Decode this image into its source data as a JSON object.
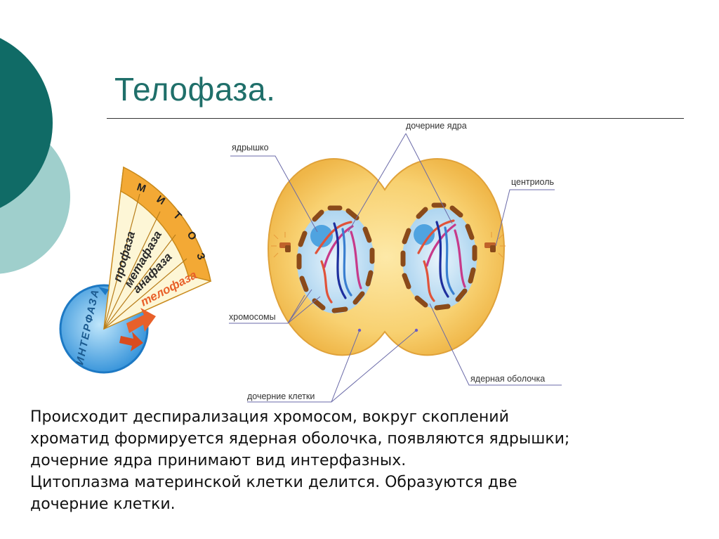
{
  "slide": {
    "title": "Телофаза.",
    "body_lines": [
      "Происходит деспирализация хромосом, вокруг скоплений",
      "хроматид формируется ядерная оболочка, появляются ядрышки;",
      "дочерние ядра принимают вид интерфазных.",
      "Цитоплазма материнской клетки делится. Образуются две",
      "дочерние клетки."
    ]
  },
  "wheel": {
    "header": "М И Т О З",
    "phases": [
      "профаза",
      "метафаза",
      "анафаза",
      "телофаза"
    ],
    "interphase": "ИНТЕРФАЗА"
  },
  "diagram_labels": {
    "nucleolus": "ядрышко",
    "daughter_nuclei": "дочерние ядра",
    "centriole": "центриоль",
    "chromosomes": "хромосомы",
    "daughter_cells": "дочерние клетки",
    "nuclear_envelope": "ядерная оболочка"
  },
  "colors": {
    "teal_dark": "#106b66",
    "teal_light": "#9fcfcc",
    "cell_fill": "#f6c65a",
    "nucleus_fill": "#cfe6f6",
    "title": "#1f6f6a",
    "phase_highlight": "#e8602a"
  }
}
